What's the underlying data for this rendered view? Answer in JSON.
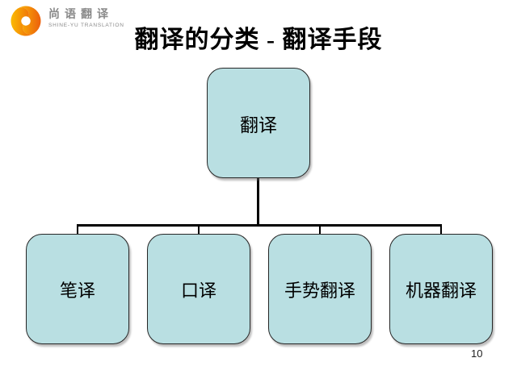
{
  "slide": {
    "title": "翻译的分类 - 翻译手段",
    "page_number": "10"
  },
  "logo": {
    "name": "尚语翻译",
    "subtitle": "SHINE-YU TRANSLATION",
    "icon": "swirl-icon"
  },
  "diagram": {
    "type": "tree",
    "root": {
      "label": "翻译"
    },
    "children": [
      {
        "label": "笔译"
      },
      {
        "label": "口译"
      },
      {
        "label": "手势翻译"
      },
      {
        "label": "机器翻译"
      }
    ]
  },
  "colors": {
    "node_fill": "#b9dfe2",
    "node_border": "#262626",
    "connector": "#000000",
    "title_text": "#000000",
    "logo_text": "#8a8a8a",
    "logo_orange": "#e8490f",
    "logo_yellow": "#ffd100",
    "page_number_text": "#222222"
  }
}
